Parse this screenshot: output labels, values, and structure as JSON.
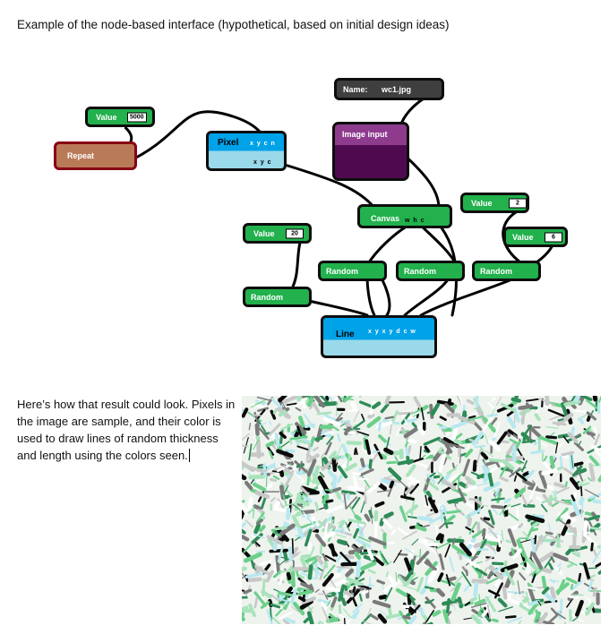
{
  "intro_text": "Example of the node-based interface (hypothetical, based on initial design ideas)",
  "paragraph": "Here’s how that result could look. Pixels in the image are sample, and their color is used to draw lines of random thickness and length using the colors seen.",
  "nodes": {
    "value_5000": {
      "label": "Value",
      "value": "5000"
    },
    "repeat": {
      "label": "Repeat"
    },
    "pixel": {
      "label": "Pixel",
      "ports_top": "x y c n",
      "ports_bottom": "x y c"
    },
    "name": {
      "label": "Name:",
      "value": "wc1.jpg"
    },
    "image_input": {
      "label": "Image input"
    },
    "canvas": {
      "label": "Canvas",
      "ports": "w h  c"
    },
    "value_2": {
      "label": "Value",
      "value": "2"
    },
    "value_6": {
      "label": "Value",
      "value": "6"
    },
    "value_20": {
      "label": "Value",
      "value": "20"
    },
    "random_1": {
      "label": "Random"
    },
    "random_2": {
      "label": "Random"
    },
    "random_3": {
      "label": "Random"
    },
    "random_4": {
      "label": "Random"
    },
    "line": {
      "label": "Line",
      "ports": "x y x y d c w"
    }
  },
  "colors": {
    "node_green": "#22b14c",
    "pixel_blue": "#00a2e8",
    "pixel_light": "#99d9ea",
    "repeat_brown": "#b97a57",
    "image_purple": "#4f0a4f",
    "name_dark": "#3f3f3f",
    "mosaic_palette": [
      "#0b0b0b",
      "#6ccf8a",
      "#a9e3bb",
      "#2e8b57",
      "#c8c8c8",
      "#ffffff",
      "#7a7a7a",
      "#b8e8f0"
    ]
  }
}
